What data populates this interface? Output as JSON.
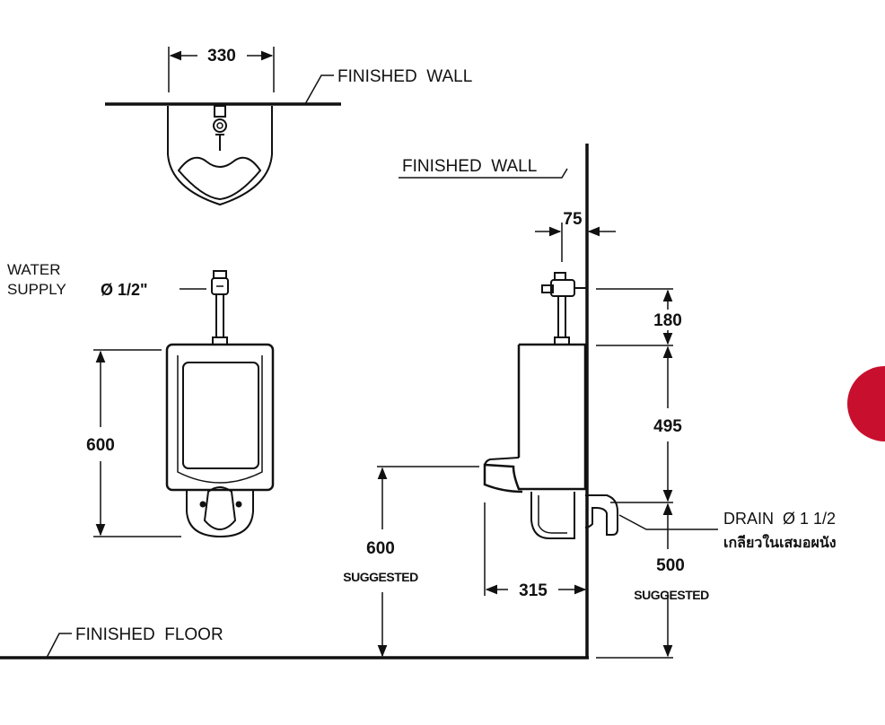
{
  "labels": {
    "finished_wall_top": "FINISHED  WALL",
    "finished_wall_side": "FINISHED  WALL",
    "finished_floor": "FINISHED  FLOOR",
    "water_supply_line1": "WATER",
    "water_supply_line2": "SUPPLY",
    "water_supply_size": "Ø 1/2\"",
    "drain": "DRAIN  Ø 1 1/2",
    "drain_thai": "เกลียวในเสมอผนัง",
    "suggested_left": "SUGGESTED",
    "suggested_right": "SUGGESTED"
  },
  "dimensions": {
    "top_width": "330",
    "wall_offset": "75",
    "front_height": "600",
    "flush_height": "180",
    "body_height": "495",
    "rim_height": "600",
    "projection": "315",
    "drain_height": "500"
  },
  "colors": {
    "line": "#111111",
    "accent": "#c8102e"
  }
}
